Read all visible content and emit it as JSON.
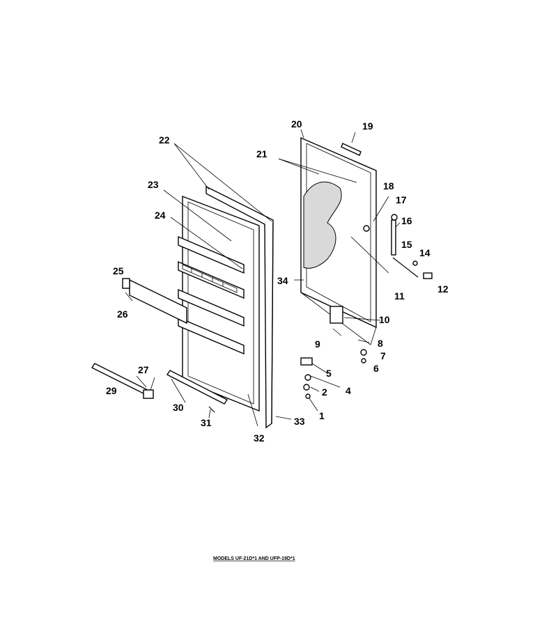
{
  "callouts": {
    "c1": "1",
    "c2": "2",
    "c4": "4",
    "c5": "5",
    "c6": "6",
    "c7": "7",
    "c8": "8",
    "c9": "9",
    "c10": "10",
    "c11": "11",
    "c12": "12",
    "c14": "14",
    "c15": "15",
    "c16": "16",
    "c17": "17",
    "c18": "18",
    "c19": "19",
    "c20": "20",
    "c21": "21",
    "c22": "22",
    "c23": "23",
    "c24": "24",
    "c25": "25",
    "c26": "26",
    "c27": "27",
    "c29": "29",
    "c30": "30",
    "c31": "31",
    "c32": "32",
    "c33": "33",
    "c34": "34"
  },
  "caption": "MODELS UF-21D*1 AND UFP-19D*1"
}
